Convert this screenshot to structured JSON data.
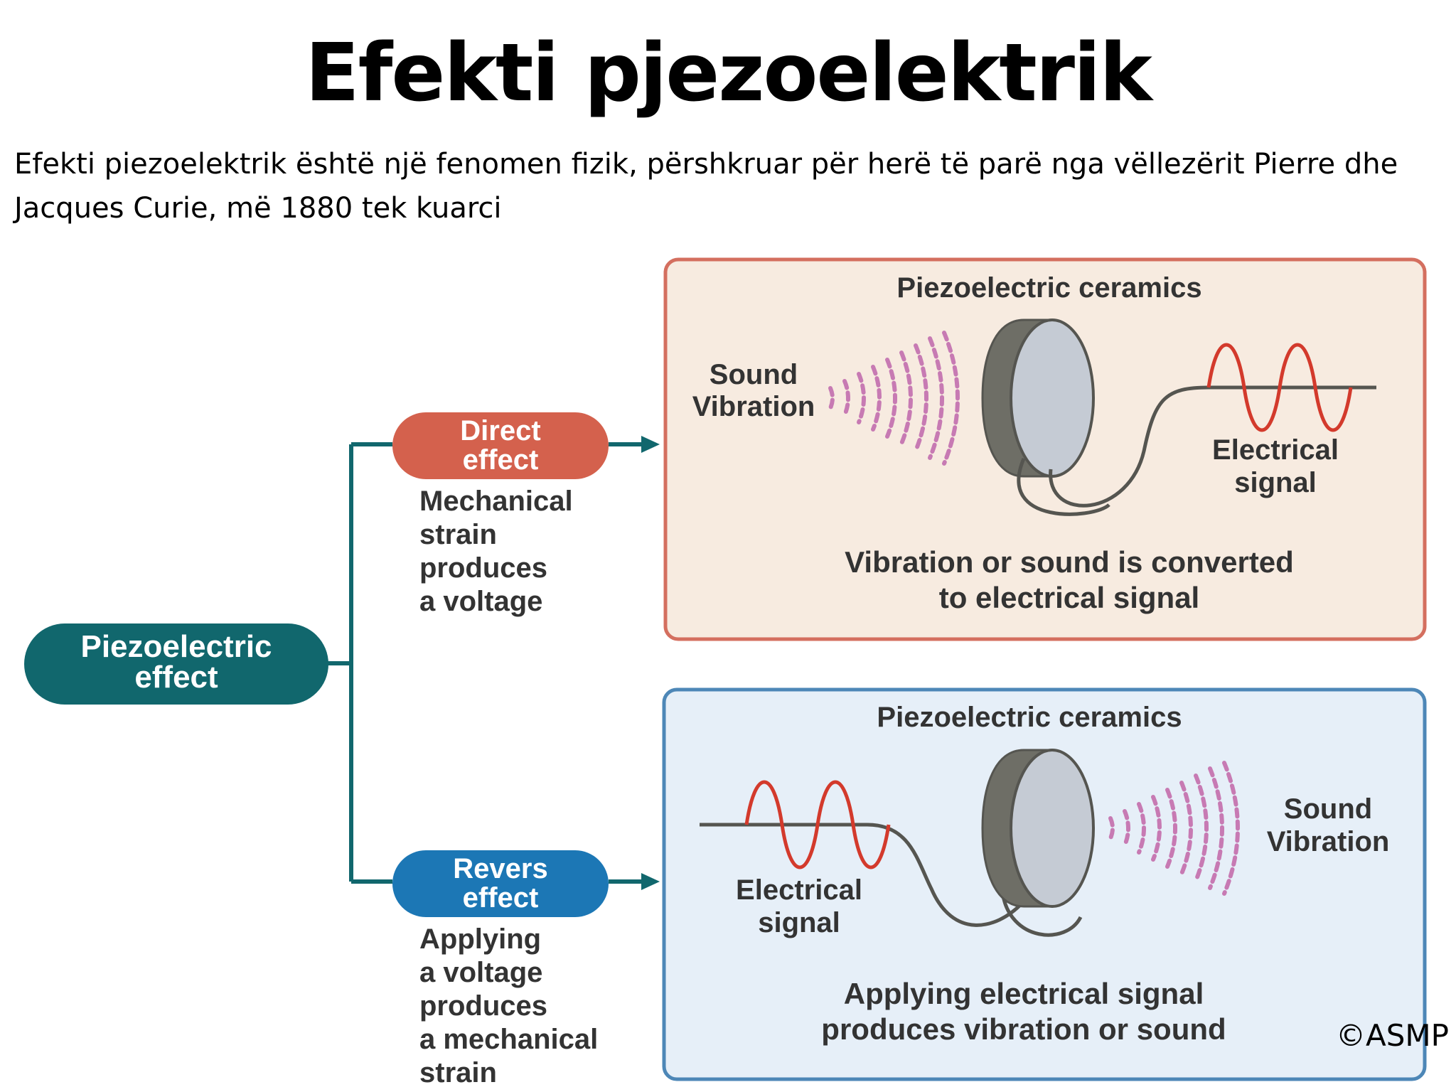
{
  "slide": {
    "title": "Efekti pjezoelektrik",
    "intro": "Efekti piezoelektrik është një fenomen fizik, përshkruar për herë të parë nga vëllezërit Pierre dhe Jacques Curie, më 1880 tek kuarci",
    "copyright": "©ASMP"
  },
  "diagram": {
    "root": {
      "line1": "Piezoelectric",
      "line2": "effect"
    },
    "direct": {
      "line1": "Direct",
      "line2": "effect",
      "desc": [
        "Mechanical",
        "strain",
        "produces",
        "a voltage"
      ],
      "panel": {
        "title": "Piezoelectric ceramics",
        "input_label": [
          "Sound",
          "Vibration"
        ],
        "output_label": [
          "Electrical",
          "signal"
        ],
        "caption": [
          "Vibration or sound is converted",
          "to electrical signal"
        ]
      }
    },
    "reverse": {
      "line1": "Revers",
      "line2": "effect",
      "desc": [
        "Applying",
        "a voltage",
        "produces",
        "a mechanical",
        "strain"
      ],
      "panel": {
        "title": "Piezoelectric ceramics",
        "input_label": [
          "Electrical",
          "signal"
        ],
        "output_label": [
          "Sound",
          "Vibration"
        ],
        "caption": [
          "Applying electrical signal",
          "produces vibration or sound"
        ]
      }
    }
  },
  "colors": {
    "teal": "#11676d",
    "direct_pill": "#d4614d",
    "reverse_pill": "#1c77b5",
    "panel_top_fill": "#f7ebe0",
    "panel_top_border": "#d46f5f",
    "panel_bottom_fill": "#e6eff8",
    "panel_bottom_border": "#4d87b7",
    "wave": "#d33a2c",
    "sound": "#c77ab3",
    "disc_dark": "#6e6e66",
    "disc_light": "#c5cbd4"
  }
}
